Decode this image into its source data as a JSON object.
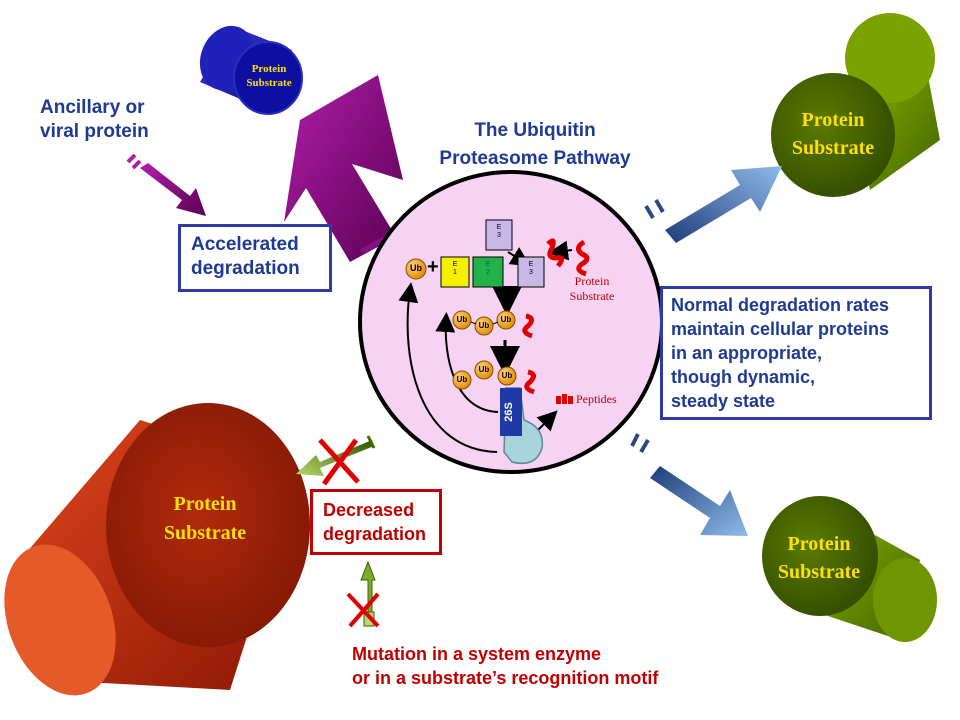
{
  "title": {
    "line1": "The Ubiquitin",
    "line2": "Proteasome Pathway"
  },
  "ancillary": {
    "line1": "Ancillary or",
    "line2": "viral protein"
  },
  "accelerated": {
    "line1": "Accelerated",
    "line2": "degradation"
  },
  "normal": {
    "line1": "Normal degradation rates",
    "line2": "maintain cellular proteins",
    "line3": "in an appropriate,",
    "line4": "though dynamic,",
    "line5": "steady state"
  },
  "decreased": {
    "line1": "Decreased",
    "line2": "degradation"
  },
  "mutation": {
    "line1": "Mutation in a system enzyme",
    "line2": "or in a substrate’s recognition motif"
  },
  "substrates": {
    "small_blue": {
      "line1": "Protein",
      "line2": "Substrate"
    },
    "green_top": {
      "line1": "Protein",
      "line2": "Substrate"
    },
    "green_bottom": {
      "line1": "Protein",
      "line2": "Substrate"
    },
    "red_large": {
      "line1": "Protein",
      "line2": "Substrate"
    }
  },
  "cell": {
    "ub": "Ub",
    "plus": "+",
    "e1": {
      "line1": "E",
      "line2": "1"
    },
    "e2": {
      "line1": "E",
      "line2": "2"
    },
    "e3_top": {
      "line1": "E",
      "line2": "3"
    },
    "e3_right": {
      "line1": "E",
      "line2": "3"
    },
    "substrate": {
      "line1": "Protein",
      "line2": "Substrate"
    },
    "proteasome": "26S",
    "peptides": "Peptides"
  },
  "colors": {
    "accent_blue": "#1f3a93",
    "accent_red": "#c00000",
    "cell_fill": "#f7d3f3",
    "purple": "#7a0a74",
    "green": "#4f7a00",
    "red_cylinder": "#b3280c",
    "blue_cylinder": "#1f21b8"
  }
}
